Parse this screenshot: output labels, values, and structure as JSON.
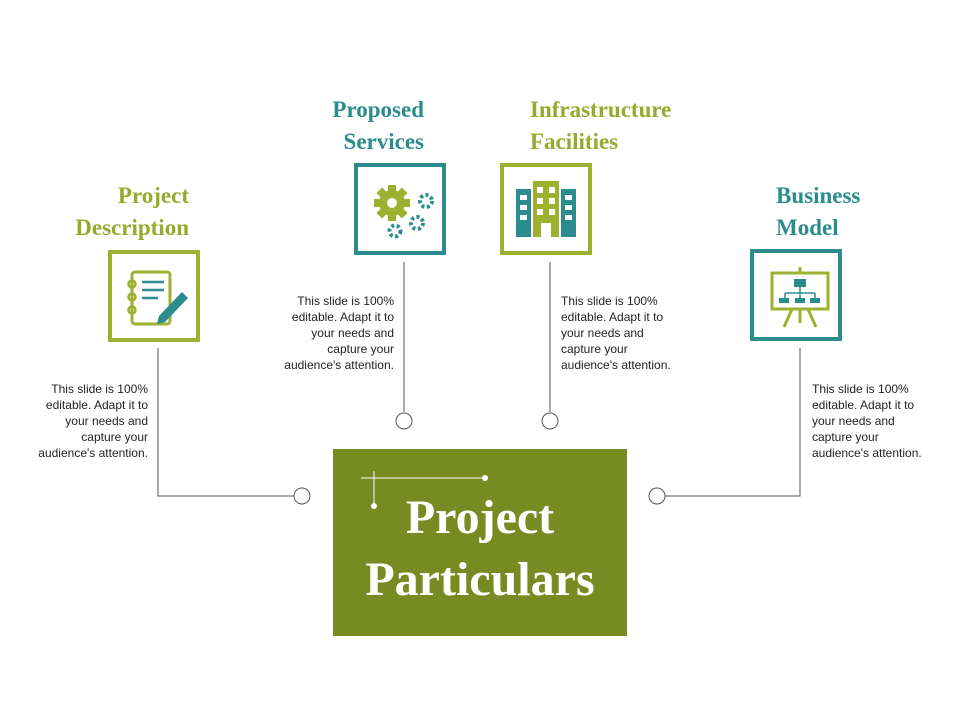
{
  "title": "Project\nParticulars",
  "items": [
    {
      "heading": "Project\nDescription",
      "icon": "notebook-pen-icon",
      "description": "This slide is 100%\neditable. Adapt it to\nyour needs and\ncapture your\naudience's attention."
    },
    {
      "heading": "Proposed\nServices",
      "icon": "gears-icon",
      "description": "This slide is 100%\neditable. Adapt it to\nyour needs and\ncapture your\naudience's attention."
    },
    {
      "heading": "Infrastructure\nFacilities",
      "icon": "buildings-icon",
      "description": "This slide is 100%\neditable. Adapt it to\nyour needs and\ncapture your\naudience's attention."
    },
    {
      "heading": "Business\nModel",
      "icon": "presentation-board-icon",
      "description": "This slide is 100%\neditable. Adapt it to\nyour needs and\ncapture your\naudience's attention."
    }
  ],
  "colors": {
    "green": "#9CB12F",
    "teal": "#2B8C8E",
    "olive": "#788B22"
  }
}
